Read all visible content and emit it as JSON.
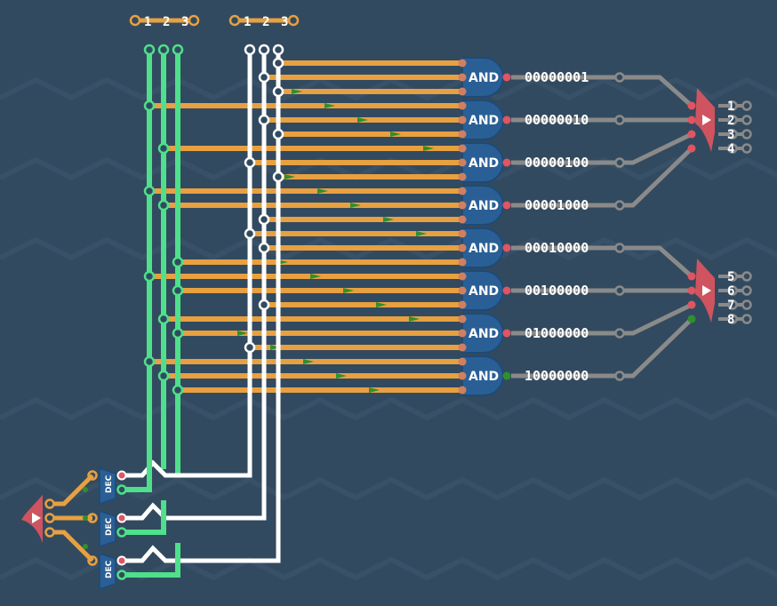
{
  "palette": {
    "background": "#324a5f",
    "orange_wire": "#e8a040",
    "green_wire": "#4ee08a",
    "white_wire": "#ffffff",
    "gray_wire": "#8a8a8a",
    "gate_blue": "#2a5f96",
    "splitter_red": "#e05561",
    "pulse_green": "#2f8f2f"
  },
  "top_connectors": [
    {
      "labels": [
        "1",
        "2",
        "3"
      ]
    },
    {
      "labels": [
        "1",
        "2",
        "3"
      ]
    }
  ],
  "and_gates": [
    {
      "label": "AND",
      "output": "00000001"
    },
    {
      "label": "AND",
      "output": "00000010"
    },
    {
      "label": "AND",
      "output": "00000100"
    },
    {
      "label": "AND",
      "output": "00001000"
    },
    {
      "label": "AND",
      "output": "00010000"
    },
    {
      "label": "AND",
      "output": "00100000"
    },
    {
      "label": "AND",
      "output": "01000000"
    },
    {
      "label": "AND",
      "output": "10000000"
    }
  ],
  "decoders": [
    {
      "label": "DEC"
    },
    {
      "label": "DEC"
    },
    {
      "label": "DEC"
    }
  ],
  "output_splitters": [
    {
      "pins": [
        "1",
        "2",
        "3",
        "4"
      ]
    },
    {
      "pins": [
        "5",
        "6",
        "7",
        "8"
      ]
    }
  ],
  "icons": {
    "input_splitter": "play-triangle-icon",
    "output_splitter": "play-triangle-icon"
  }
}
